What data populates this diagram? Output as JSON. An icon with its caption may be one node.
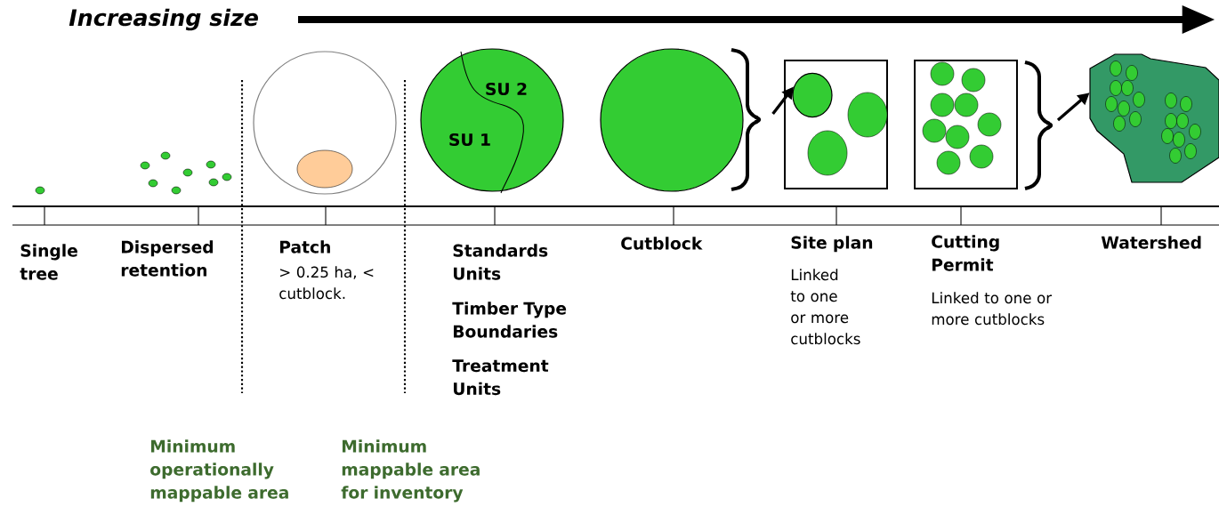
{
  "diagram": {
    "title": "Increasing size",
    "nodes": [
      {
        "text": [],
        "shape": "circle"
      },
      {
        "text": [
          "SU 2",
          "SU 1"
        ]
      },
      {
        "text": [],
        "shape": "circle"
      },
      {
        "text": [],
        "shape": "box"
      },
      {
        "text": [],
        "shape": "circle",
        "in": 3
      },
      {
        "text": [],
        "shape": "box"
      },
      {
        "text": [],
        "shape": "polygon"
      }
    ],
    "edges": [
      {
        "from": 2,
        "to": 4,
        "arrow": "to"
      },
      {
        "from": 5,
        "to": 6,
        "arrow": "to"
      }
    ],
    "labels": [
      "Single tree",
      "Dispersed retention",
      "Patch",
      "> 0.25 ha, < cutblock.",
      "Standards Units",
      "Timber Type Boundaries",
      "Treatment Units",
      "Cutblock",
      "Site plan",
      "Linked to one or more cutblocks",
      "Cutting Permit",
      "Linked to one or more cutblocks",
      "Watershed",
      "Minimum operationally mappable area",
      "Minimum mappable area for inventory"
    ]
  }
}
